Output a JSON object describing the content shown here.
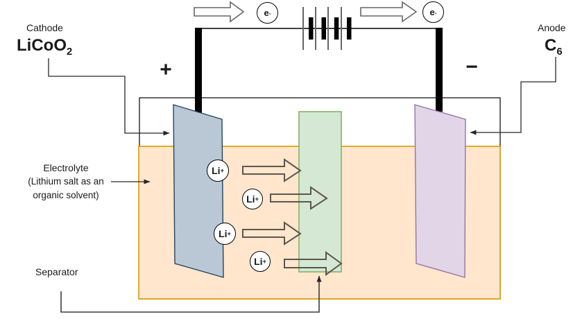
{
  "diagram": {
    "cathode": {
      "label": "Cathode",
      "formula": "LiCoO",
      "formula_subscript": "2",
      "sign": "+"
    },
    "anode": {
      "label": "Anode",
      "formula": "C",
      "formula_subscript": "6",
      "sign": "−"
    },
    "electrolyte": {
      "label": "Electrolyte",
      "sublabel_line1": "(Lithium salt as an",
      "sublabel_line2": "organic solvent)"
    },
    "separator_label": "Separator",
    "electron": {
      "symbol": "e",
      "charge": "-"
    },
    "lithium_ion": {
      "symbol": "Li",
      "charge": "+"
    },
    "colors": {
      "electrolyte_fill": "#ffe6cc",
      "electrolyte_stroke": "#d79b00",
      "cathode_electrode_fill": "#bac8d6",
      "cathode_electrode_stroke": "#23445d",
      "separator_fill": "#d5e8d4",
      "separator_stroke": "#82b366",
      "anode_electrode_fill": "#e1d5e7",
      "anode_electrode_stroke": "#9673a6",
      "terminal_bar": "#000000",
      "wire": "#000000",
      "electron_arrow_stroke": "#666666",
      "ion_arrow_stroke": "#5c564e"
    }
  }
}
